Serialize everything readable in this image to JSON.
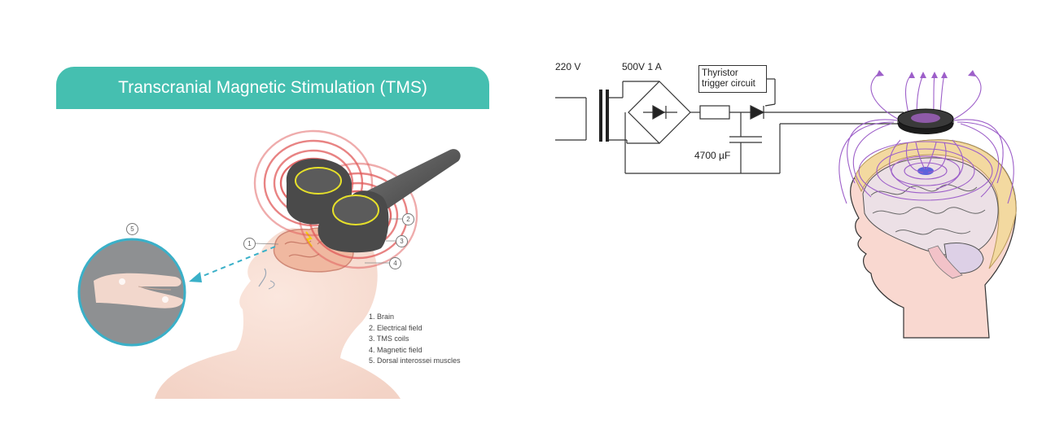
{
  "tms_panel": {
    "title": "Transcranial Magnetic Stimulation (TMS)",
    "callouts": [
      "1",
      "2",
      "3",
      "4",
      "5"
    ],
    "legend": [
      "1. Brain",
      "2. Electrical field",
      "3. TMS coils",
      "4. Magnetic field",
      "5. Dorsal interossei muscles"
    ],
    "colors": {
      "banner": "#45bfb0",
      "field_rings": "#e05a5a",
      "coil_outline": "#e6e02a",
      "skin": "#f7ddd2",
      "arrow": "#3ab0c8"
    }
  },
  "circuit_panel": {
    "supply_voltage": "220 V",
    "rectifier_rating": "500V  1 A",
    "trigger_line1": "Thyristor",
    "trigger_line2": "trigger circuit",
    "capacitor_value": "4700 µF",
    "colors": {
      "field_lines": "#9d5fc9",
      "skull": "#f3d9a0",
      "brain": "#ece0e6"
    }
  }
}
